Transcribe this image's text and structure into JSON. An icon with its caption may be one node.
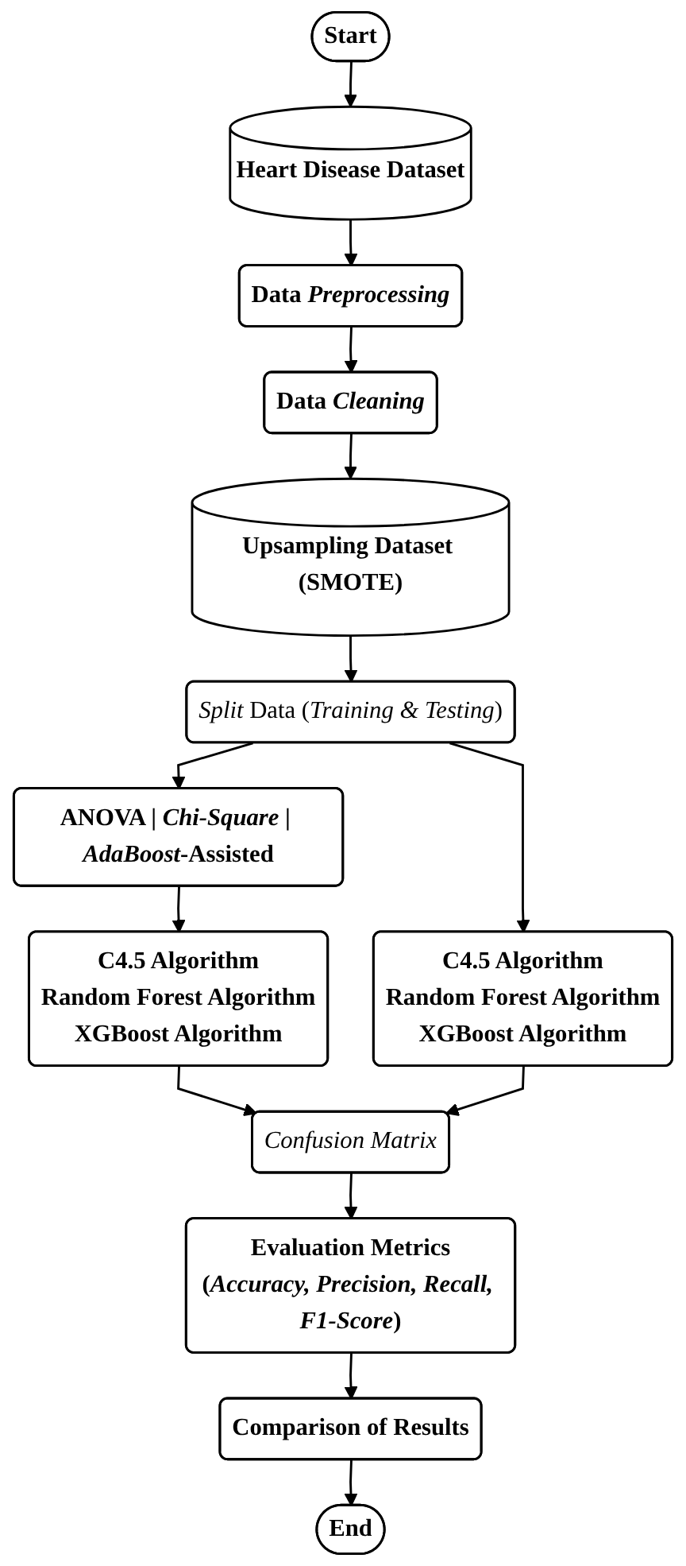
{
  "diagram": {
    "nodes": [
      {
        "text": [
          "Start"
        ]
      },
      {
        "text": [
          "Heart Disease Dataset"
        ]
      },
      {
        "text": [
          "Data *Preprocessing*"
        ]
      },
      {
        "text": [
          "Data *Cleaning*"
        ]
      },
      {
        "text": [
          "Upsampling Dataset (SMOTE)"
        ]
      },
      {
        "text": [
          "*Split* Data (*Training & Testing*)"
        ]
      },
      {
        "text": [
          "ANOVA | *Chi-Square* | *AdaBoost*-Assisted"
        ]
      },
      {
        "text": [
          "C4.5 Algorithm",
          "Random Forest Algorithm",
          "XGBoost Algorithm"
        ]
      },
      {
        "text": [
          "C4.5 Algorithm",
          "Random Forest Algorithm",
          "XGBoost Algorithm"
        ]
      },
      {
        "text": [
          "Confusion Matrix"
        ]
      },
      {
        "text": [
          "Evaluation Metrics",
          "(*Accuracy, Precision, Recall, F1-Score*)"
        ]
      },
      {
        "text": [
          "Comparison of Results"
        ]
      },
      {
        "text": [
          "End"
        ]
      }
    ],
    "edges": [
      {
        "from": 0,
        "to": 1,
        "arrow": "to"
      },
      {
        "from": 1,
        "to": 2,
        "arrow": "to"
      },
      {
        "from": 2,
        "to": 3,
        "arrow": "to"
      },
      {
        "from": 3,
        "to": 4,
        "arrow": "to"
      },
      {
        "from": 4,
        "to": 5,
        "arrow": "to"
      },
      {
        "from": 5,
        "to": 6,
        "arrow": "to"
      },
      {
        "from": 5,
        "to": 8,
        "arrow": "to"
      },
      {
        "from": 6,
        "to": 7,
        "arrow": "to"
      },
      {
        "from": 7,
        "to": 9,
        "arrow": "to"
      },
      {
        "from": 8,
        "to": 9,
        "arrow": "to"
      },
      {
        "from": 9,
        "to": 10,
        "arrow": "to"
      },
      {
        "from": 10,
        "to": 11,
        "arrow": "to"
      },
      {
        "from": 11,
        "to": 12,
        "arrow": "to"
      }
    ]
  }
}
